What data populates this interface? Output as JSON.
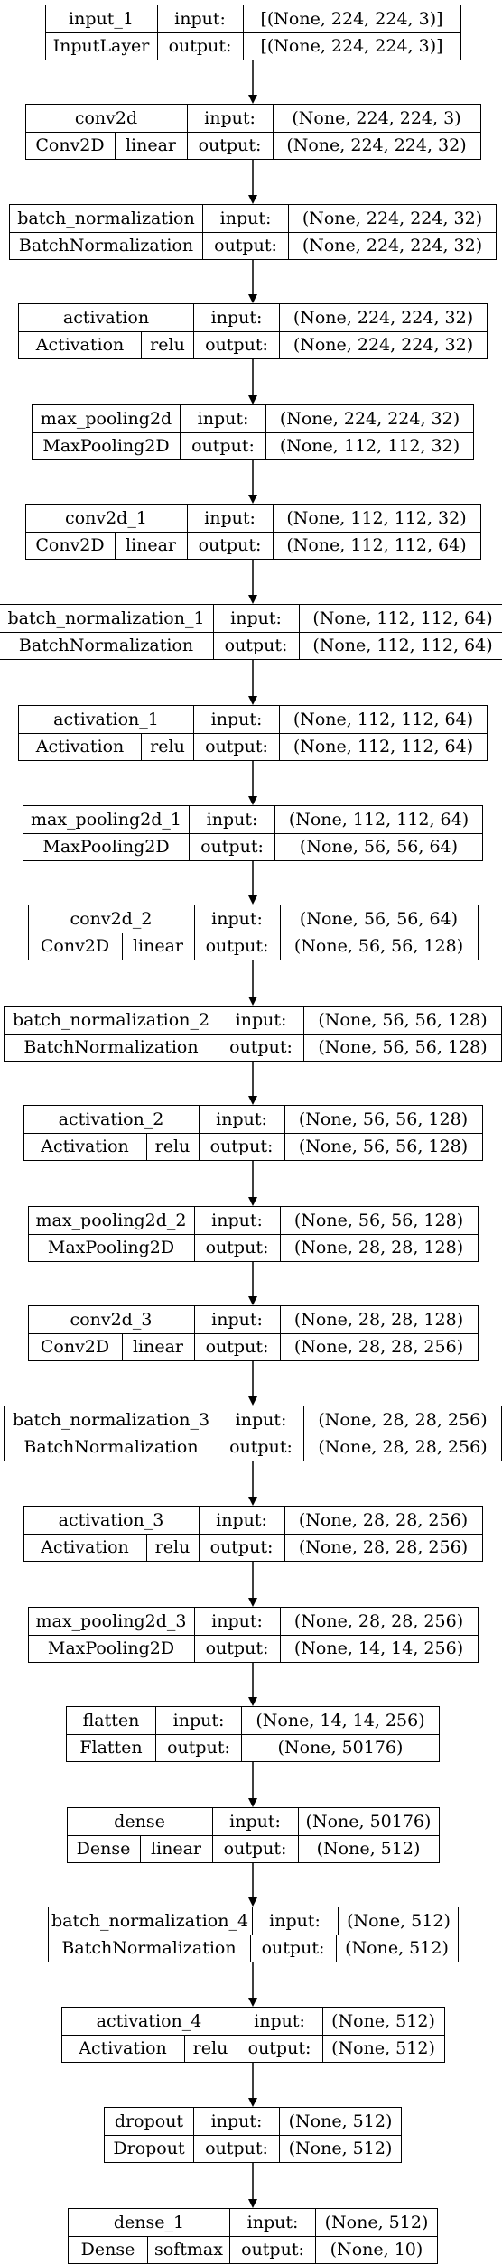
{
  "labels": {
    "input": "input:",
    "output": "output:"
  },
  "layers": [
    {
      "name": "input_1",
      "class": "InputLayer",
      "activation": "",
      "input": "[(None, 224, 224, 3)]",
      "output": "[(None, 224, 224, 3)]"
    },
    {
      "name": "conv2d",
      "class": "Conv2D",
      "activation": "linear",
      "input": "(None, 224, 224, 3)",
      "output": "(None, 224, 224, 32)"
    },
    {
      "name": "batch_normalization",
      "class": "BatchNormalization",
      "activation": "",
      "input": "(None, 224, 224, 32)",
      "output": "(None, 224, 224, 32)"
    },
    {
      "name": "activation",
      "class": "Activation",
      "activation": "relu",
      "input": "(None, 224, 224, 32)",
      "output": "(None, 224, 224, 32)"
    },
    {
      "name": "max_pooling2d",
      "class": "MaxPooling2D",
      "activation": "",
      "input": "(None, 224, 224, 32)",
      "output": "(None, 112, 112, 32)"
    },
    {
      "name": "conv2d_1",
      "class": "Conv2D",
      "activation": "linear",
      "input": "(None, 112, 112, 32)",
      "output": "(None, 112, 112, 64)"
    },
    {
      "name": "batch_normalization_1",
      "class": "BatchNormalization",
      "activation": "",
      "input": "(None, 112, 112, 64)",
      "output": "(None, 112, 112, 64)"
    },
    {
      "name": "activation_1",
      "class": "Activation",
      "activation": "relu",
      "input": "(None, 112, 112, 64)",
      "output": "(None, 112, 112, 64)"
    },
    {
      "name": "max_pooling2d_1",
      "class": "MaxPooling2D",
      "activation": "",
      "input": "(None, 112, 112, 64)",
      "output": "(None, 56, 56, 64)"
    },
    {
      "name": "conv2d_2",
      "class": "Conv2D",
      "activation": "linear",
      "input": "(None, 56, 56, 64)",
      "output": "(None, 56, 56, 128)"
    },
    {
      "name": "batch_normalization_2",
      "class": "BatchNormalization",
      "activation": "",
      "input": "(None, 56, 56, 128)",
      "output": "(None, 56, 56, 128)"
    },
    {
      "name": "activation_2",
      "class": "Activation",
      "activation": "relu",
      "input": "(None, 56, 56, 128)",
      "output": "(None, 56, 56, 128)"
    },
    {
      "name": "max_pooling2d_2",
      "class": "MaxPooling2D",
      "activation": "",
      "input": "(None, 56, 56, 128)",
      "output": "(None, 28, 28, 128)"
    },
    {
      "name": "conv2d_3",
      "class": "Conv2D",
      "activation": "linear",
      "input": "(None, 28, 28, 128)",
      "output": "(None, 28, 28, 256)"
    },
    {
      "name": "batch_normalization_3",
      "class": "BatchNormalization",
      "activation": "",
      "input": "(None, 28, 28, 256)",
      "output": "(None, 28, 28, 256)"
    },
    {
      "name": "activation_3",
      "class": "Activation",
      "activation": "relu",
      "input": "(None, 28, 28, 256)",
      "output": "(None, 28, 28, 256)"
    },
    {
      "name": "max_pooling2d_3",
      "class": "MaxPooling2D",
      "activation": "",
      "input": "(None, 28, 28, 256)",
      "output": "(None, 14, 14, 256)"
    },
    {
      "name": "flatten",
      "class": "Flatten",
      "activation": "",
      "input": "(None, 14, 14, 256)",
      "output": "(None, 50176)"
    },
    {
      "name": "dense",
      "class": "Dense",
      "activation": "linear",
      "input": "(None, 50176)",
      "output": "(None, 512)"
    },
    {
      "name": "batch_normalization_4",
      "class": "BatchNormalization",
      "activation": "",
      "input": "(None, 512)",
      "output": "(None, 512)"
    },
    {
      "name": "activation_4",
      "class": "Activation",
      "activation": "relu",
      "input": "(None, 512)",
      "output": "(None, 512)"
    },
    {
      "name": "dropout",
      "class": "Dropout",
      "activation": "",
      "input": "(None, 512)",
      "output": "(None, 512)"
    },
    {
      "name": "dense_1",
      "class": "Dense",
      "activation": "softmax",
      "input": "(None, 512)",
      "output": "(None, 10)"
    }
  ]
}
